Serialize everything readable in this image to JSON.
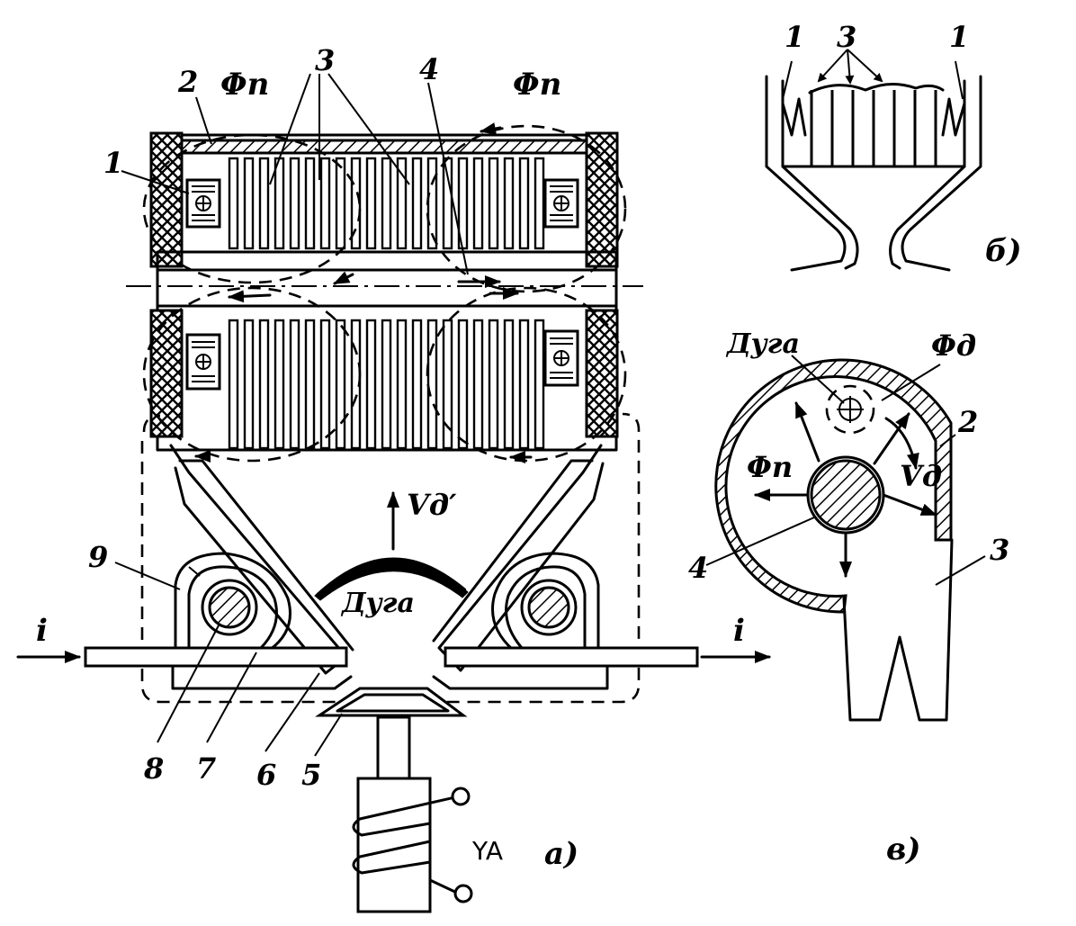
{
  "labels": {
    "flux_left": "Φп",
    "flux_right": "Φп",
    "label_1": "1",
    "label_2": "2",
    "label_3": "3",
    "label_4": "4",
    "label_5": "5",
    "label_6": "6",
    "label_7": "7",
    "label_8": "8",
    "label_9": "9",
    "current_in": "i",
    "current_out": "i",
    "velocity": "Vд′",
    "arc": "Дуга",
    "coil": "YA",
    "caption_a": "а)",
    "b_label_1_left": "1",
    "b_label_3": "3",
    "b_label_1_right": "1",
    "caption_b": "б)",
    "c_arc": "Дуга",
    "c_flux_d": "Φд",
    "c_label_2": "2",
    "c_flux_p": "Φп",
    "c_velocity": "Vд",
    "c_label_4": "4",
    "c_label_3": "3",
    "caption_c": "в)"
  }
}
